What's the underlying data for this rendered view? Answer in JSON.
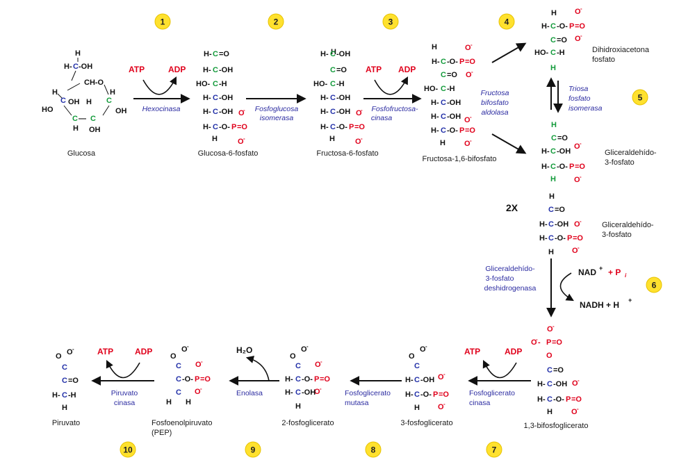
{
  "steps": [
    "1",
    "2",
    "3",
    "4",
    "5",
    "6",
    "7",
    "8",
    "9",
    "10"
  ],
  "molecules": {
    "glucose": "Glucosa",
    "g6p": "Glucosa-6-fosfato",
    "f6p": "Fructosa-6-fosfato",
    "f16bp": "Fructosa-1,6-bifosfato",
    "dhap_1": "Dihidroxiacetona",
    "dhap_2": "fosfato",
    "g3p_1": "Gliceraldehído-",
    "g3p_2": "3-fosfato",
    "g3p_b1": "Gliceraldehído-",
    "g3p_b2": "3-fosfato",
    "bpg13": "1,3-bifosfoglicerato",
    "pg3": "3-fosfoglicerato",
    "pg2": "2-fosfoglicerato",
    "pep_1": "Fosfoenolpiruvato",
    "pep_2": "(PEP)",
    "pyruvate": "Piruvato"
  },
  "enzymes": {
    "hexokinase": "Hexocinasa",
    "pgi_1": "Fosfoglucosa",
    "pgi_2": "isomerasa",
    "pfk_1": "Fosfofructosa-",
    "pfk_2": "cinasa",
    "aldolase_1": "Fructosa",
    "aldolase_2": "bifosfato",
    "aldolase_3": "aldolasa",
    "tpi_1": "Triosa",
    "tpi_2": "fosfato",
    "tpi_3": "isomerasa",
    "gapdh_1": "Gliceraldehído-",
    "gapdh_2": "3-fosfato",
    "gapdh_3": "deshidrogenasa",
    "pgk_1": "Fosfoglicerato",
    "pgk_2": "cinasa",
    "pgm_1": "Fosfoglicerato",
    "pgm_2": "mutasa",
    "enolase": "Enolasa",
    "pk_1": "Piruvato",
    "pk_2": "cinasa"
  },
  "cofactors": {
    "atp": "ATP",
    "adp": "ADP",
    "h2o": "H₂O",
    "nad": "NAD",
    "nad_sup": "+",
    "pi": "+ P",
    "pi_sub": "i",
    "nadh": "NADH + H",
    "nadh_sup": "+",
    "times2": "2X"
  },
  "colors": {
    "step_circle": "#ffe12e",
    "step_ring": "#e6c200",
    "cofactor_red": "#e0001b",
    "enzyme_blue": "#2a2aa0",
    "carbon_green": "#129a3a",
    "carbon_blue": "#2230a8"
  }
}
